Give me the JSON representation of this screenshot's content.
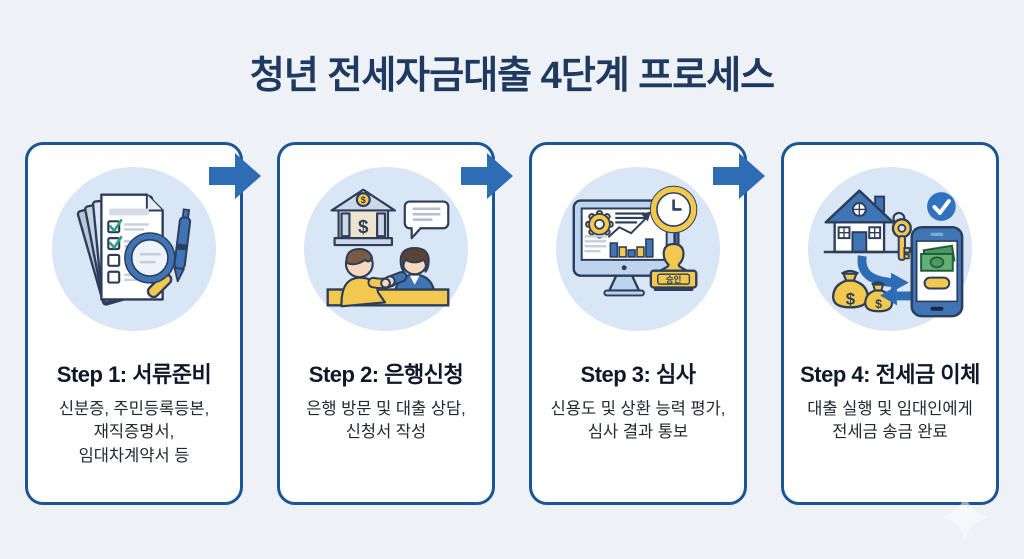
{
  "page": {
    "title": "청년 전세자금대출 4단계 프로세스",
    "background_color": "#eef2f7",
    "title_color": "#1e3a60",
    "card_border_color": "#1a5694",
    "arrow_color": "#2e6db6",
    "circle_bg_color": "#d9e6f5",
    "accent_yellow": "#f3c84f",
    "accent_blue": "#3f74b5",
    "outline_color": "#2c3e5a"
  },
  "steps": [
    {
      "id": "step-1",
      "title": "Step 1: 서류준비",
      "description": "신분증, 주민등록등본,\n재직증명서,\n임대차계약서 등",
      "icon": "documents-magnifier-illustration"
    },
    {
      "id": "step-2",
      "title": "Step 2: 은행신청",
      "description": "은행 방문 및 대출 상담,\n신청서 작성",
      "icon": "bank-consultation-illustration",
      "coin_symbol": "$",
      "bank_symbol": "$"
    },
    {
      "id": "step-3",
      "title": "Step 3: 심사",
      "description": "신용도 및 상환 능력 평가,\n심사 결과 통보",
      "icon": "screening-approval-illustration",
      "stamp_label": "승인"
    },
    {
      "id": "step-4",
      "title": "Step 4: 전세금 이체",
      "description": "대출 실행 및 임대인에게\n전세금 송금 완료",
      "icon": "house-transfer-illustration",
      "bag_symbol_large": "$",
      "bag_symbol_small": "$"
    }
  ]
}
